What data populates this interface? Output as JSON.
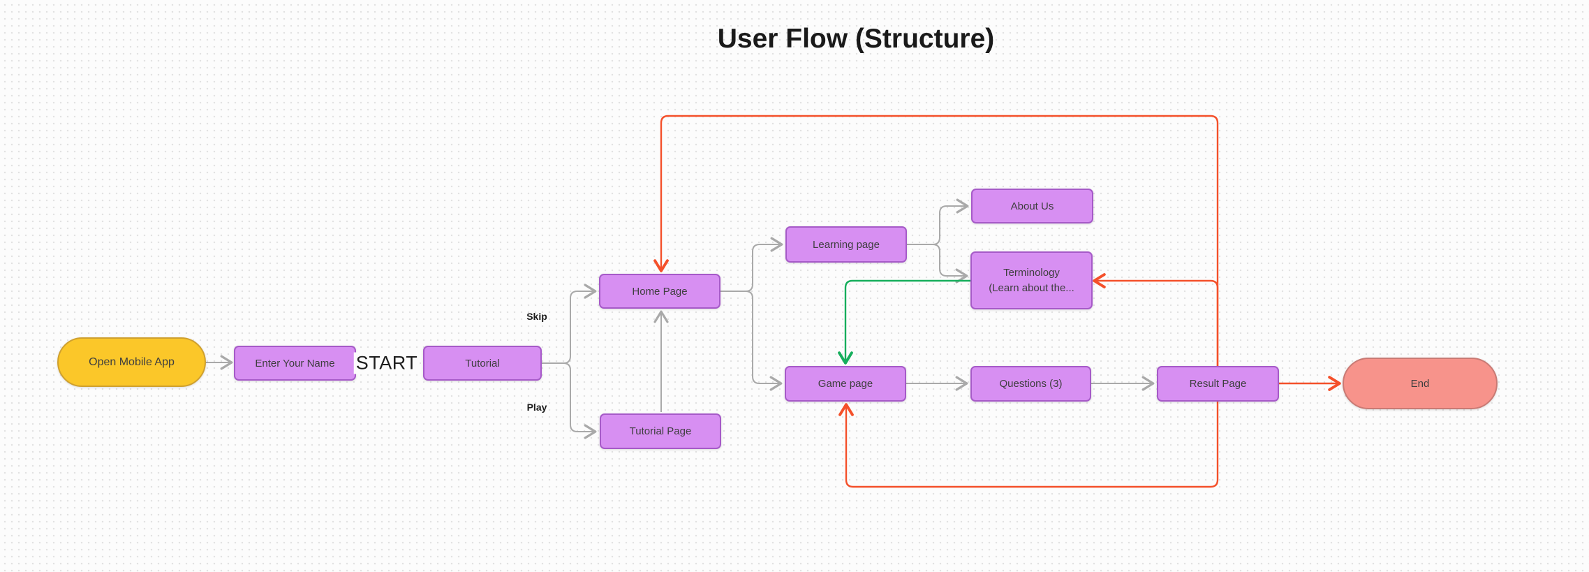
{
  "title": "User Flow (Structure)",
  "diagram": {
    "nodes": {
      "open_mobile_app": {
        "label": "Open Mobile App",
        "shape": "pill",
        "fill": "#FBC729"
      },
      "enter_your_name": {
        "label": "Enter Your Name",
        "shape": "rect",
        "fill": "#D78FF2"
      },
      "tutorial": {
        "label": "Tutorial",
        "shape": "rect",
        "fill": "#D78FF2"
      },
      "home_page": {
        "label": "Home Page",
        "shape": "rect",
        "fill": "#D78FF2"
      },
      "tutorial_page": {
        "label": "Tutorial Page",
        "shape": "rect",
        "fill": "#D78FF2"
      },
      "learning_page": {
        "label": "Learning page",
        "shape": "rect",
        "fill": "#D78FF2"
      },
      "about_us": {
        "label": "About Us",
        "shape": "rect",
        "fill": "#D78FF2"
      },
      "terminology": {
        "label_line1": "Terminology",
        "label_line2": "(Learn about the...",
        "shape": "rect",
        "fill": "#D78FF2"
      },
      "game_page": {
        "label": "Game page",
        "shape": "rect",
        "fill": "#D78FF2"
      },
      "questions": {
        "label": "Questions (3)",
        "shape": "rect",
        "fill": "#D78FF2"
      },
      "result_page": {
        "label": "Result Page",
        "shape": "rect",
        "fill": "#D78FF2"
      },
      "end": {
        "label": "End",
        "shape": "pill",
        "fill": "#F7938B"
      }
    },
    "edge_labels": {
      "start": "START",
      "skip": "Skip",
      "play": "Play"
    },
    "edges": [
      {
        "from": "open_mobile_app",
        "to": "enter_your_name",
        "color": "gray"
      },
      {
        "from": "enter_your_name",
        "to": "tutorial",
        "color": "gray",
        "label": "START"
      },
      {
        "from": "tutorial",
        "to": "home_page",
        "color": "gray",
        "label": "Skip"
      },
      {
        "from": "tutorial",
        "to": "tutorial_page",
        "color": "gray",
        "label": "Play"
      },
      {
        "from": "tutorial_page",
        "to": "home_page",
        "color": "gray"
      },
      {
        "from": "home_page",
        "to": "learning_page",
        "color": "gray"
      },
      {
        "from": "home_page",
        "to": "game_page",
        "color": "gray"
      },
      {
        "from": "learning_page",
        "to": "about_us",
        "color": "gray"
      },
      {
        "from": "learning_page",
        "to": "terminology",
        "color": "gray"
      },
      {
        "from": "game_page",
        "to": "questions",
        "color": "gray"
      },
      {
        "from": "questions",
        "to": "result_page",
        "color": "gray"
      },
      {
        "from": "result_page",
        "to": "home_page",
        "color": "red"
      },
      {
        "from": "result_page",
        "to": "terminology",
        "color": "red"
      },
      {
        "from": "result_page",
        "to": "game_page",
        "color": "red"
      },
      {
        "from": "result_page",
        "to": "end",
        "color": "red"
      },
      {
        "from": "terminology",
        "to": "game_page",
        "color": "green"
      }
    ],
    "colors": {
      "connector_gray": "#A9A9A9",
      "connector_red": "#F4502A",
      "connector_green": "#16AE5C",
      "node_purple_fill": "#D78FF2",
      "node_purple_border": "#A65AC8",
      "node_yellow_fill": "#FBC729",
      "node_salmon_fill": "#F7938B",
      "canvas_background": "#FCFCFC",
      "title_color": "#1A1A1A"
    }
  }
}
